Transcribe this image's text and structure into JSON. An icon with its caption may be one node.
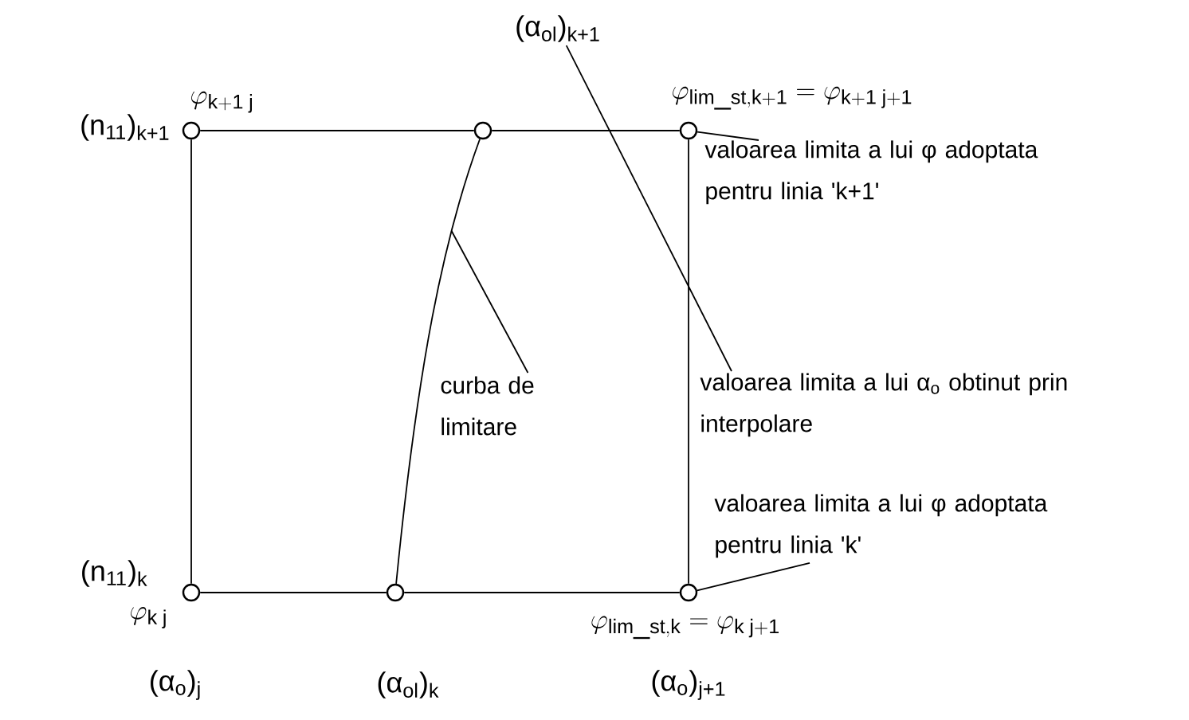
{
  "diagram": {
    "nodes": [
      {
        "text": [],
        "shape": "circle",
        "beside": [
          "(n$_{11}$)$_{k+1}$",
          "\\varphi_{\\mathrm{k+1\\;j}}"
        ]
      },
      {
        "text": [],
        "shape": "circle"
      },
      {
        "text": [],
        "shape": "circle",
        "beside": [
          "\\varphi_{\\mathrm{lim\\_st,k+1}} = \\varphi_{\\mathrm{k+1\\;j+1}}"
        ]
      },
      {
        "text": [],
        "shape": "circle",
        "beside": [
          "(n$_{11}$)$_{k}$",
          "\\varphi_{\\mathrm{k\\;j}}",
          "(α$_{o}$)$_{j}$"
        ]
      },
      {
        "text": [],
        "shape": "circle",
        "beside": [
          "(α$_{ol}$)$_{k}$"
        ]
      },
      {
        "text": [],
        "shape": "circle",
        "beside": [
          "\\varphi_{\\mathrm{lim\\_st,k}} = \\varphi_{\\mathrm{k\\;j+1}}",
          "(α$_{o}$)$_{j+1}$"
        ]
      },
      {
        "text": [
          "(α$_{ol}$)$_{k+1}$"
        ]
      },
      {
        "text": [
          "valoarea limita a lui φ adoptata pentru linia 'k+1'"
        ]
      },
      {
        "text": [
          "valoarea limita a lui α$_{o}$ obtinut prin interpolare"
        ]
      },
      {
        "text": [
          "curba de limitare"
        ]
      },
      {
        "text": [
          "valoarea limita a lui φ adoptata pentru linia 'k'"
        ]
      }
    ],
    "edges": [
      {
        "from": 0,
        "to": 1,
        "arrow": "none"
      },
      {
        "from": 1,
        "to": 2,
        "arrow": "none"
      },
      {
        "from": 2,
        "to": 5,
        "arrow": "none"
      },
      {
        "from": 0,
        "to": 3,
        "arrow": "none"
      },
      {
        "from": 3,
        "to": 4,
        "arrow": "none"
      },
      {
        "from": 4,
        "to": 5,
        "arrow": "none"
      },
      {
        "from": 4,
        "to": 1,
        "arrow": "none"
      },
      {
        "from": 7,
        "to": 2,
        "arrow": "none"
      },
      {
        "from": 8,
        "to": 6,
        "arrow": "none"
      },
      {
        "from": 9,
        "to": null,
        "arrow": "none"
      },
      {
        "from": 10,
        "to": 5,
        "arrow": "none"
      }
    ]
  }
}
